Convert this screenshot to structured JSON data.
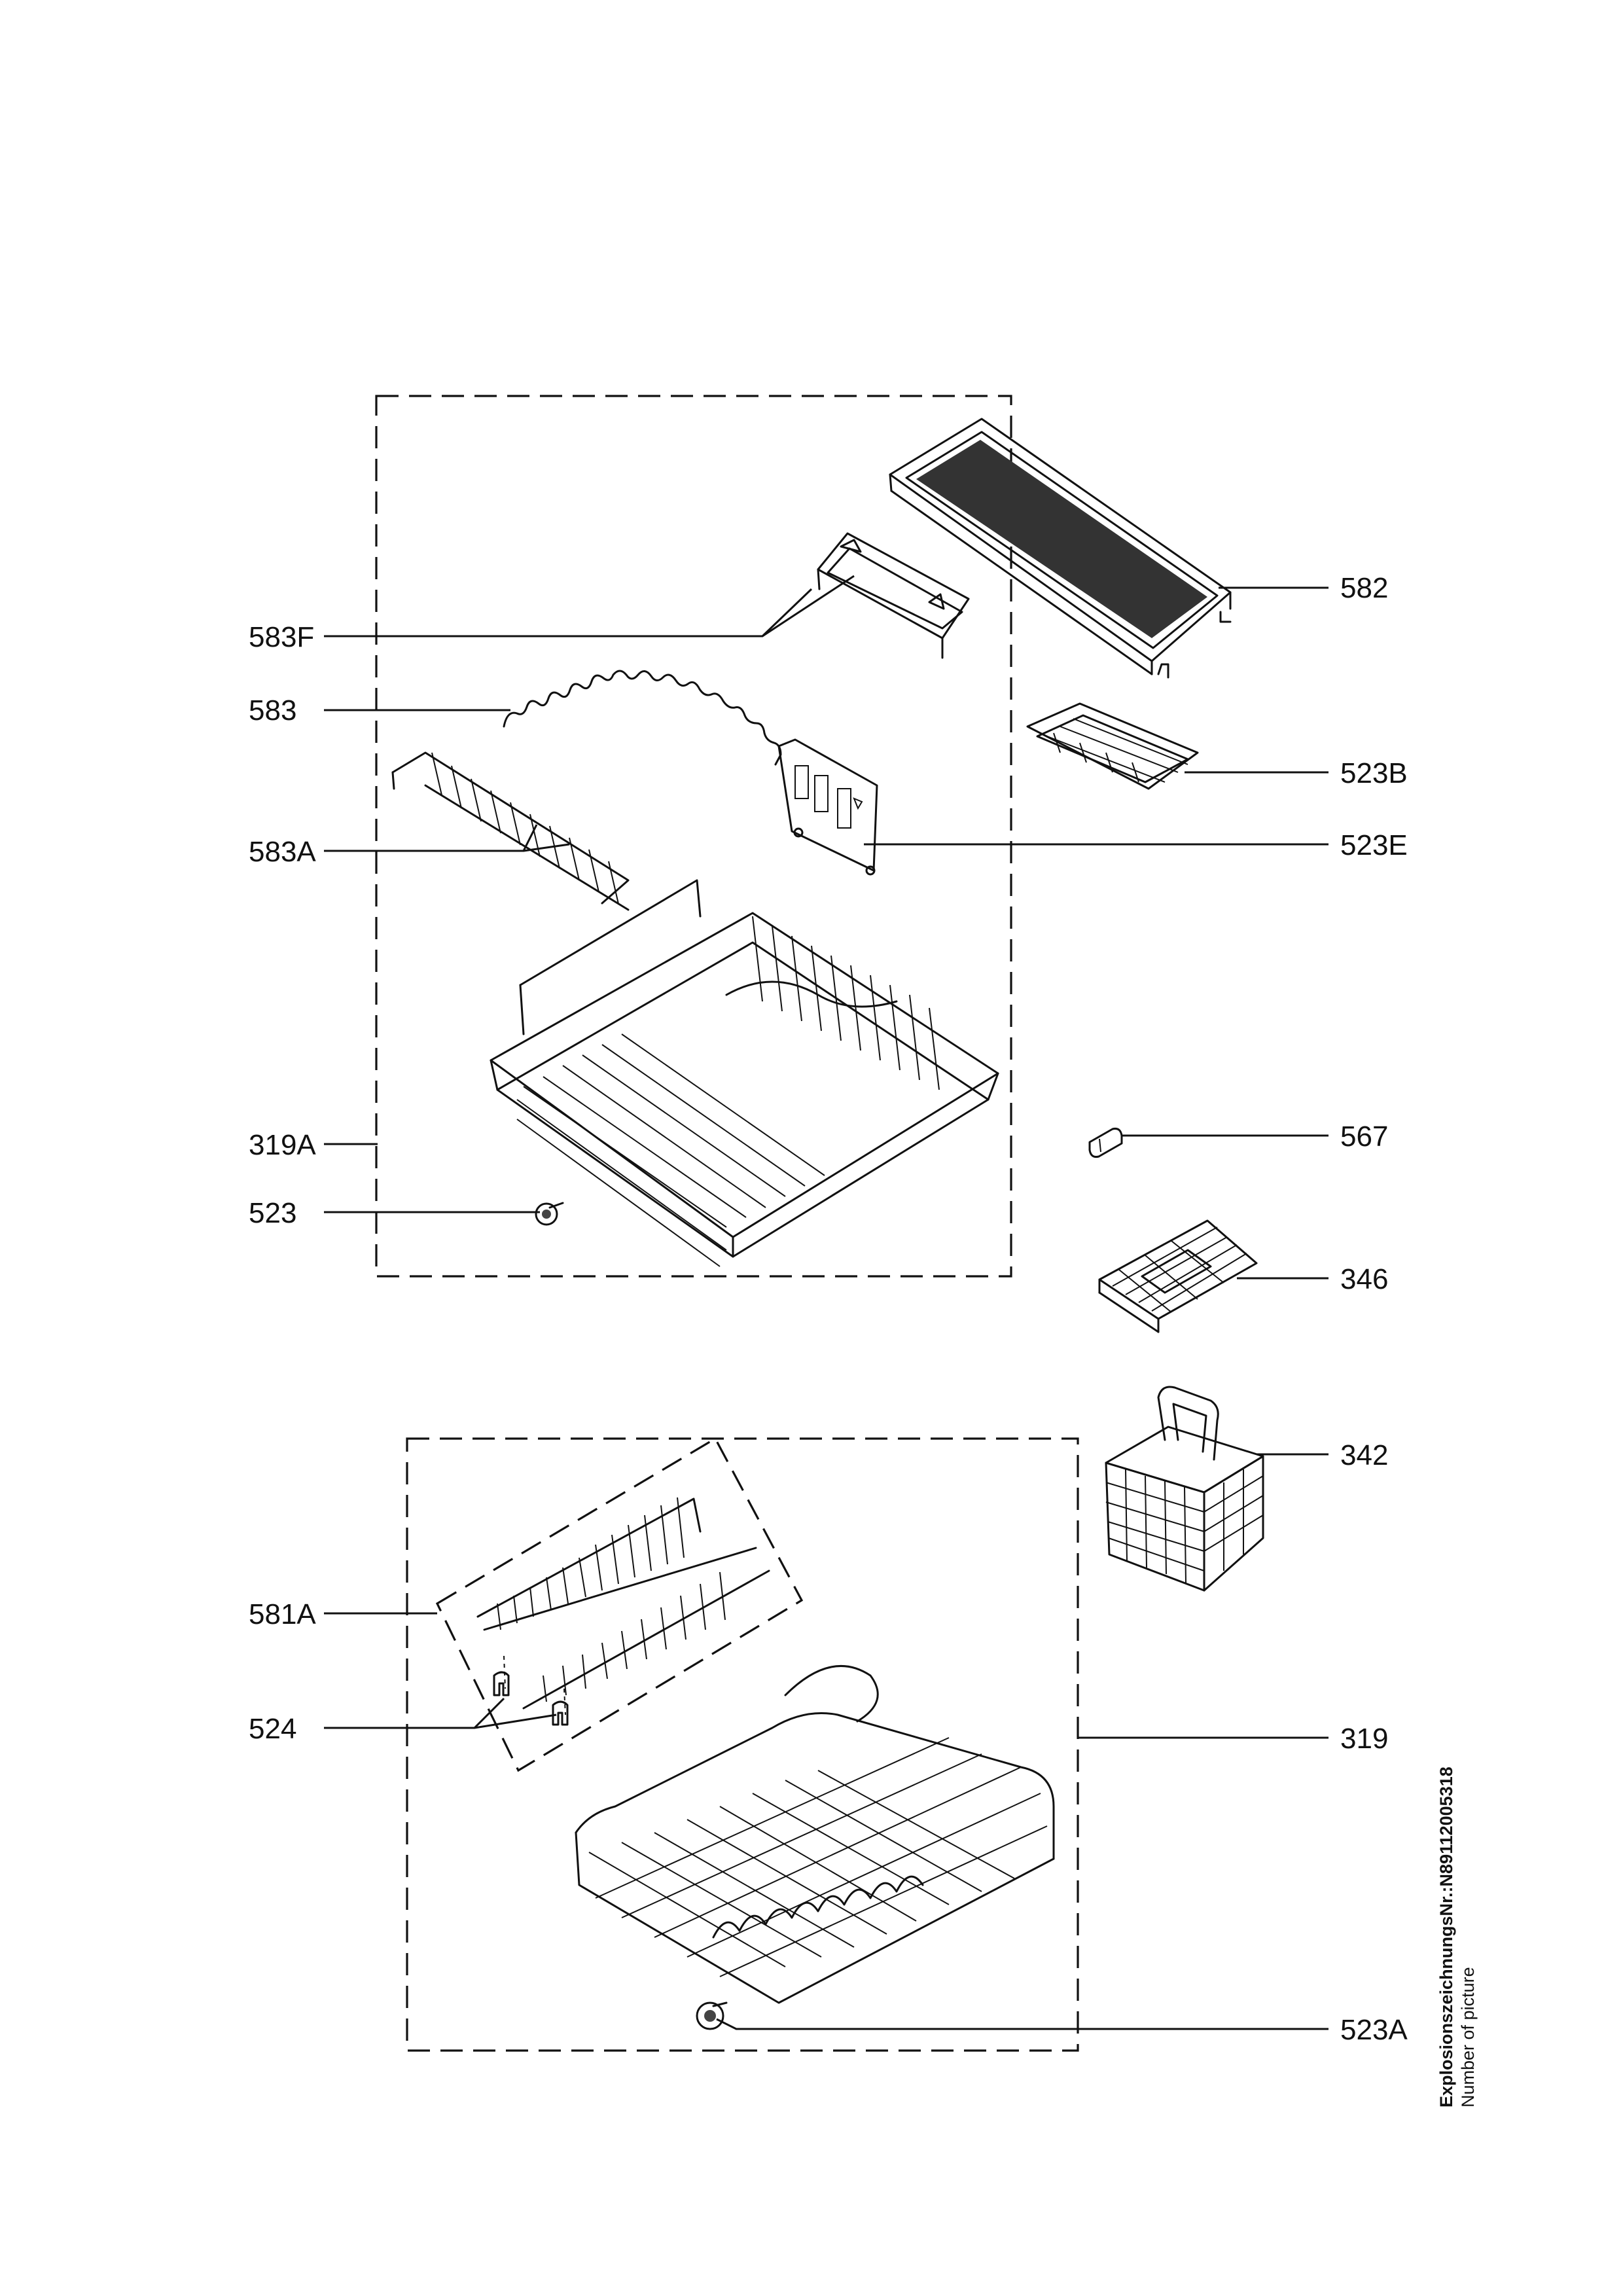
{
  "labels": {
    "l582": "582",
    "l583F": "583F",
    "l583": "583",
    "l523B": "523B",
    "l583A": "583A",
    "l523E": "523E",
    "l319A": "319A",
    "l567": "567",
    "l523": "523",
    "l346": "346",
    "l342": "342",
    "l581A": "581A",
    "l319": "319",
    "l524": "524",
    "l523A": "523A"
  },
  "footer": {
    "drawing_number": "ExplosionszeichnungsNr.:N8911200531​8",
    "caption": "Number of picture"
  }
}
